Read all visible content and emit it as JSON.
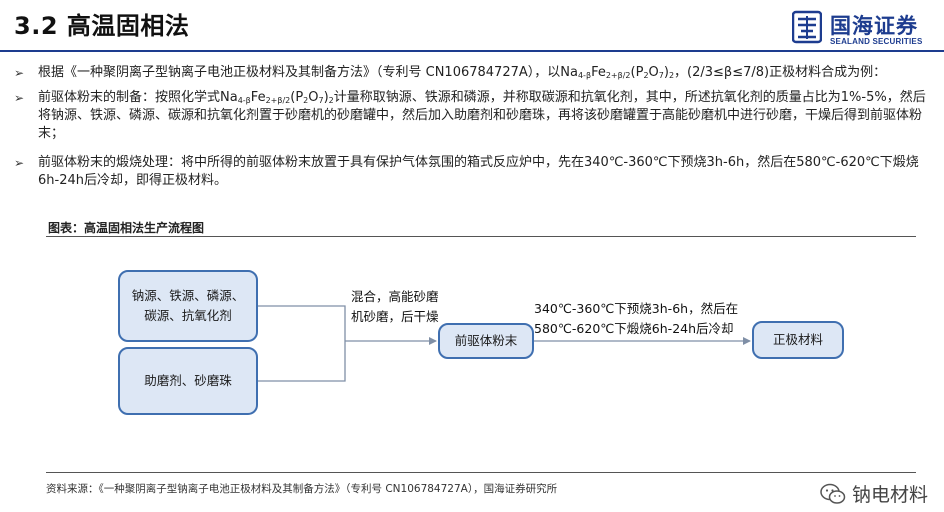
{
  "header": {
    "title": "3.2 高温固相法",
    "logo_cn": "国海证券",
    "logo_en": "SEALAND SECURITIES"
  },
  "bullets": [
    {
      "arrow": "➢",
      "parts": {
        "a": "根据《一种聚阴离子型钠离子电池正极材料及其制备方法》（专利号 CN106784727A），以Na",
        "b": "4-β",
        "c": "Fe",
        "d": "2+β/2",
        "e": "(P",
        "f": "2",
        "g": "O",
        "h": "7",
        "i": ")",
        "j": "2",
        "k": "，(2/3≤β≤7/8)正极材料合成为例："
      }
    },
    {
      "arrow": "➢",
      "parts": {
        "a": "前驱体粉末的制备：按照化学式Na",
        "b": "4-β",
        "c": "Fe",
        "d": "2+β/2",
        "e": "(P",
        "f": "2",
        "g": "O",
        "h": "7",
        "i": ")",
        "j": "2",
        "k": "计量称取钠源、铁源和磷源，并称取碳源和抗氧化剂，其中，所述抗氧化剂的质量占比为1%-5%，然后将钠源、铁源、磷源、碳源和抗氧化剂置于砂磨机的砂磨罐中，然后加入助磨剂和砂磨珠，再将该砂磨罐置于高能砂磨机中进行砂磨，干燥后得到前驱体粉末；"
      }
    },
    {
      "arrow": "➢",
      "text": "前驱体粉末的煅烧处理：将中所得的前驱体粉末放置于具有保护气体氛围的箱式反应炉中，先在340℃-360℃下预烧3h-6h，然后在580℃-620℃下煅烧6h-24h后冷却，即得正极材料。"
    }
  ],
  "figure": {
    "caption": "图表：高温固相法生产流程图",
    "box1_line1": "钠源、铁源、磷源、",
    "box1_line2": "碳源、抗氧化剂",
    "box2": "助磨剂、砂磨珠",
    "box3": "前驱体粉末",
    "box4": "正极材料",
    "label1_line1": "混合，高能砂磨",
    "label1_line2": "机砂磨，后干燥",
    "label2_line1": "340℃-360℃下预烧3h-6h，然后在",
    "label2_line2": "580℃-620℃下煅烧6h-24h后冷却"
  },
  "footer": {
    "source": "资料来源：《一种聚阴离子型钠离子电池正极材料及其制备方法》（专利号 CN106784727A），国海证券研究所",
    "watermark": "钠电材料"
  },
  "colors": {
    "brand": "#1d3c8f",
    "box_fill": "#dde7f5",
    "box_border": "#3f6fb0"
  }
}
